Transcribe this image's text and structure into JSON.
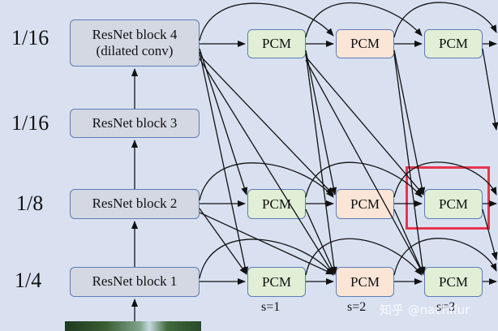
{
  "scales": [
    "1/16",
    "1/16",
    "1/8",
    "1/4"
  ],
  "resnet_blocks": [
    {
      "line1": "ResNet block 4",
      "line2": "(dilated conv)"
    },
    {
      "line1": "ResNet block 3",
      "line2": ""
    },
    {
      "line1": "ResNet block 2",
      "line2": ""
    },
    {
      "line1": "ResNet block 1",
      "line2": ""
    }
  ],
  "pcm_label": "PCM",
  "stage_labels": [
    "s=1",
    "s=2",
    "s=3"
  ],
  "watermark": "知乎 @nachifur",
  "colors": {
    "background": "#d9e1f1",
    "pcm_green": "#e0efd5",
    "pcm_peach": "#fbe5d6",
    "block_fill": "#d3d8e3",
    "border": "#5d7db6",
    "highlight": "#e8354f"
  }
}
